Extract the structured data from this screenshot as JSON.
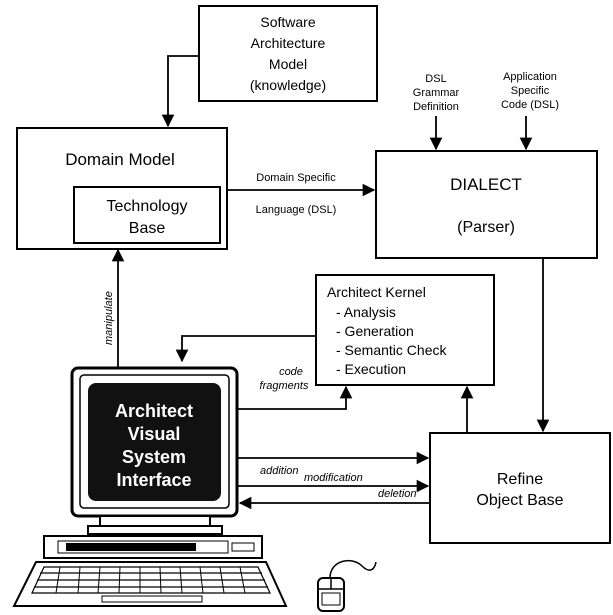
{
  "boxes": {
    "software_model": [
      "Software",
      "Architecture",
      "Model",
      "(knowledge)"
    ],
    "domain_model": "Domain Model",
    "technology_base": [
      "Technology",
      "Base"
    ],
    "dialect": "DIALECT",
    "parser": "(Parser)",
    "kernel_title": "Architect Kernel",
    "kernel_items": [
      "- Analysis",
      "- Generation",
      "- Semantic Check",
      "- Execution"
    ],
    "refine": [
      "Refine",
      "Object Base"
    ]
  },
  "inputs": {
    "dsl_grammar": [
      "DSL",
      "Grammar",
      "Definition"
    ],
    "app_code": [
      "Application",
      "Specific",
      "Code (DSL)"
    ]
  },
  "edge_labels": {
    "dsl_line1": "Domain Specific",
    "dsl_line2": "Language (DSL)",
    "manipulate": "manipulate",
    "code_fragments": [
      "code",
      "fragments"
    ],
    "addition": "addition",
    "modification": "modification",
    "deletion": "deletion"
  },
  "screen_text": [
    "Architect",
    "Visual",
    "System",
    "Interface"
  ]
}
